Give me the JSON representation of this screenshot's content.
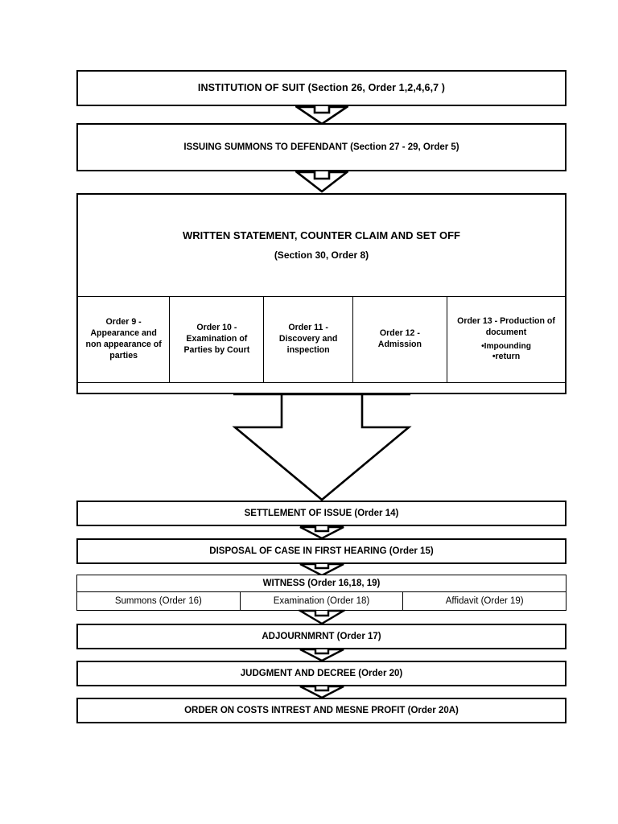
{
  "diagram": {
    "title": "Civil Suit Procedure Flowchart (CPC)",
    "type": "flowchart",
    "orientation": "top-to-bottom",
    "line_color": "#000000",
    "background_color": "#ffffff",
    "nodes": [
      {
        "id": "institution",
        "label": "INSTITUTION OF SUIT (Section 26, Order 1,2,4,6,7 )"
      },
      {
        "id": "summons",
        "label": "ISSUING SUMMONS TO DEFENDANT (Section 27 - 29, Order 5)"
      },
      {
        "id": "written_statement",
        "label_line1": "WRITTEN STATEMENT, COUNTER CLAIM AND SET OFF",
        "label_line2": "(Section 30, Order 8)"
      },
      {
        "id": "settlement",
        "label": "SETTLEMENT OF ISSUE (Order 14)"
      },
      {
        "id": "disposal",
        "label": "DISPOSAL OF CASE IN FIRST HEARING (Order 15)"
      },
      {
        "id": "witness",
        "label": "WITNESS (Order 16,18, 19)"
      },
      {
        "id": "adjournment",
        "label": "ADJOURNMRNT (Order 17)"
      },
      {
        "id": "judgment",
        "label": "JUDGMENT AND DECREE (Order 20)"
      },
      {
        "id": "order_costs",
        "label": "ORDER ON COSTS INTREST AND MESNE PROFIT (Order 20A)"
      }
    ],
    "order_cells": [
      {
        "id": "order-9",
        "line1": "Order 9 -",
        "line2": "Appearance and",
        "line3": "non appearance of",
        "line4": "parties",
        "bullets": []
      },
      {
        "id": "order-10",
        "line1": "Order 10 -",
        "line2": "Examination of",
        "line3": "Parties by Court",
        "line4": "",
        "bullets": []
      },
      {
        "id": "order-11",
        "line1": "Order 11 -",
        "line2": "Discovery and",
        "line3": "inspection",
        "line4": "",
        "bullets": []
      },
      {
        "id": "order-12",
        "line1": "Order 12 -",
        "line2": "Admission",
        "line3": "",
        "line4": "",
        "bullets": []
      },
      {
        "id": "order-13",
        "line1": "Order 13 - Production of",
        "line2": "document",
        "line3": "",
        "line4": "",
        "bullets": [
          "•Impounding",
          "•return"
        ]
      }
    ],
    "witness_cells": [
      {
        "id": "summons-16",
        "label": "Summons (Order 16)"
      },
      {
        "id": "examination-18",
        "label": "Examination (Order 18)"
      },
      {
        "id": "affidavit-19",
        "label": "Affidavit (Order 19)"
      }
    ],
    "connectors": [
      {
        "id": "arrow-institution-summons",
        "shape": "hollow-down-arrow",
        "size": "small"
      },
      {
        "id": "arrow-summons-written",
        "shape": "hollow-down-arrow",
        "size": "small"
      },
      {
        "id": "arrow-written-settlement",
        "shape": "hollow-down-arrow",
        "size": "large"
      },
      {
        "id": "arrow-settlement-disposal",
        "shape": "hollow-down-arrow",
        "size": "small"
      },
      {
        "id": "arrow-disposal-witness",
        "shape": "hollow-down-arrow",
        "size": "small"
      },
      {
        "id": "arrow-witness-adjournment",
        "shape": "hollow-down-arrow",
        "size": "small"
      },
      {
        "id": "arrow-adjournment-judgment",
        "shape": "hollow-down-arrow",
        "size": "small"
      },
      {
        "id": "arrow-judgment-ordercosts",
        "shape": "hollow-down-arrow",
        "size": "small"
      }
    ]
  }
}
